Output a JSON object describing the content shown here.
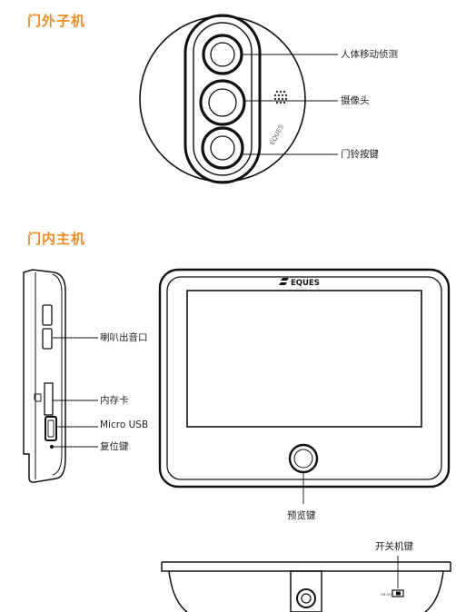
{
  "sections": {
    "outdoor_title": "门外子机",
    "indoor_title": "门内主机"
  },
  "outdoor": {
    "brand_text": "EQUES",
    "labels": {
      "motion": "人体移动侦测",
      "camera": "摄像头",
      "bell": "门铃按键"
    }
  },
  "indoor_side": {
    "labels": {
      "speaker": "喇叭出音口",
      "card": "内存卡",
      "usb": "Micro USB",
      "reset": "复位键"
    }
  },
  "indoor_front": {
    "brand": "EQUES",
    "preview_label": "预览键"
  },
  "indoor_bottom": {
    "power_label": "开关机键",
    "switch_mark": "ON OFF"
  }
}
